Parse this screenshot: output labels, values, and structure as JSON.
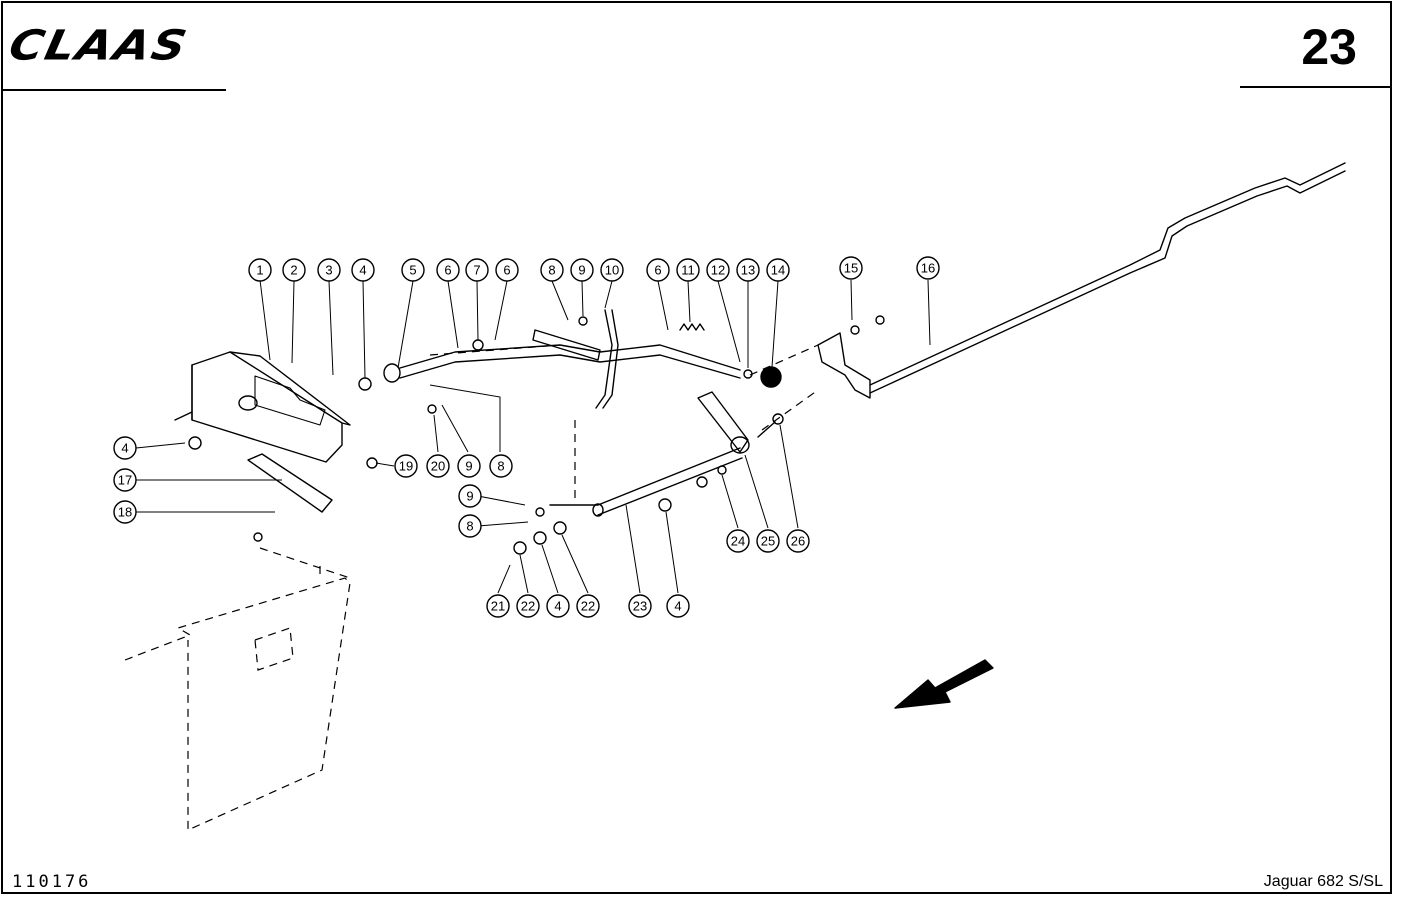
{
  "header": {
    "brand": "CLAAS",
    "page_number": "23"
  },
  "footer": {
    "drawing_number": "110176",
    "model": "Jaguar 682 S/SL"
  },
  "labels": [
    "1",
    "2",
    "3",
    "4",
    "5",
    "6",
    "7",
    "6",
    "8",
    "9",
    "10",
    "6",
    "11",
    "12",
    "13",
    "14",
    "15",
    "16",
    "4",
    "19",
    "20",
    "9",
    "8",
    "17",
    "18",
    "9",
    "8",
    "21",
    "22",
    "4",
    "22",
    "23",
    "4",
    "24",
    "25",
    "26"
  ]
}
